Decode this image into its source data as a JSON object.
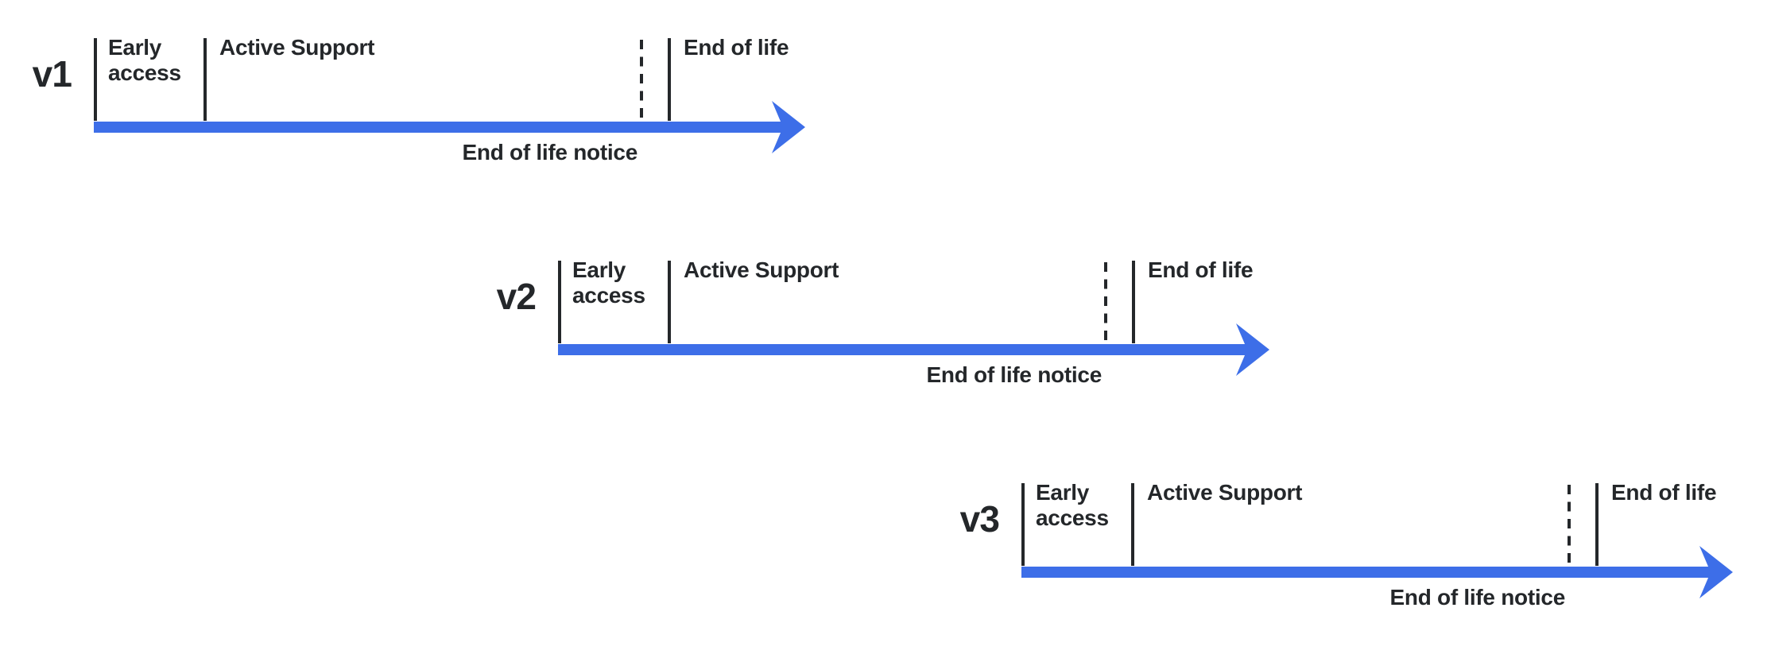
{
  "colors": {
    "accent_blue": "#3D6EE8",
    "ink": "#24272A",
    "background": "#FFFFFF"
  },
  "rows": [
    {
      "version": "v1",
      "labels": {
        "early": "Early access",
        "active": "Active Support",
        "eol": "End of life",
        "notice": "End of life notice"
      }
    },
    {
      "version": "v2",
      "labels": {
        "early": "Early access",
        "active": "Active Support",
        "eol": "End of life",
        "notice": "End of life notice"
      }
    },
    {
      "version": "v3",
      "labels": {
        "early": "Early access",
        "active": "Active Support",
        "eol": "End of life",
        "notice": "End of life notice"
      }
    }
  ]
}
